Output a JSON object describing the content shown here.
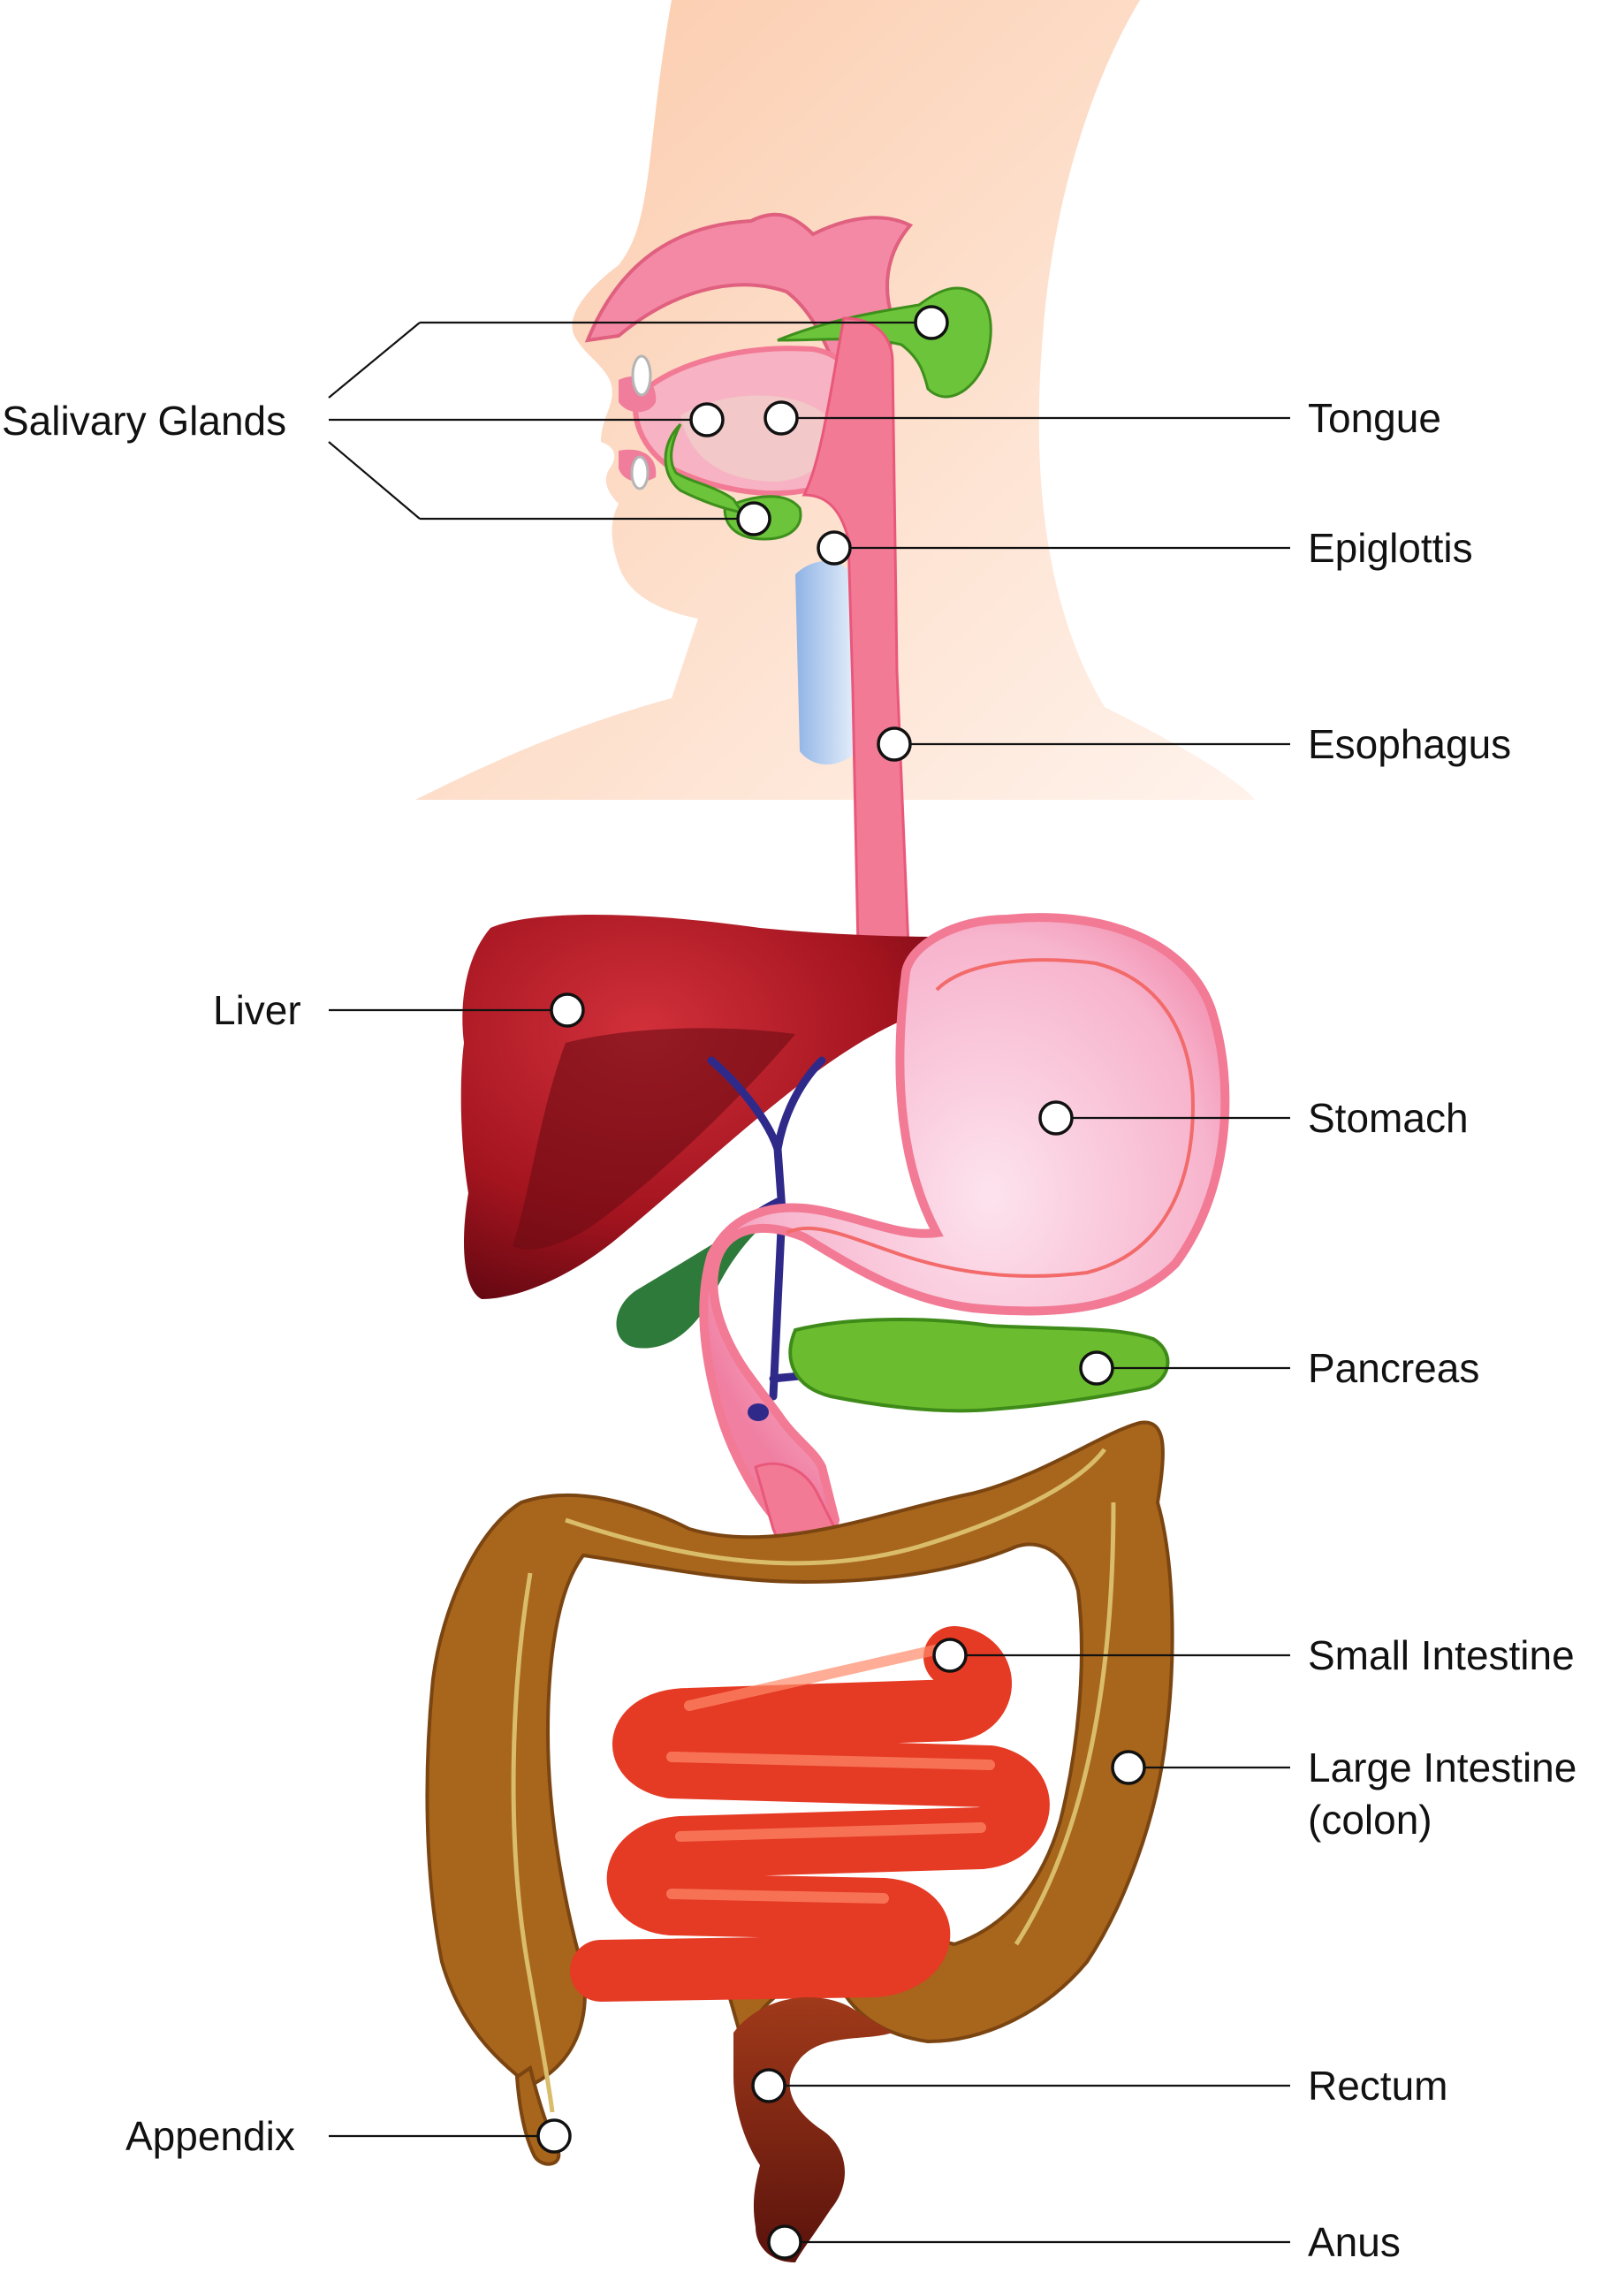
{
  "labels": {
    "salivary_glands": "Salivary Glands",
    "tongue": "Tongue",
    "epiglottis": "Epiglottis",
    "esophagus": "Esophagus",
    "liver": "Liver",
    "stomach": "Stomach",
    "pancreas": "Pancreas",
    "small_intestine": "Small Intestine",
    "large_intestine_line1": "Large Intestine",
    "large_intestine_line2": "(colon)",
    "appendix": "Appendix",
    "rectum": "Rectum",
    "anus": "Anus"
  },
  "colors": {
    "skin": "#fcd9c2",
    "esophagus": "#f27a95",
    "stomach": "#f7a9c6",
    "liver": "#a3141f",
    "gallbladder": "#2e7a3a",
    "pancreas": "#6bbd2f",
    "small_intestine": "#e53a24",
    "large_intestine": "#a8651c",
    "rectum": "#7a1c12",
    "trachea": "#a9c6ea",
    "bile_duct": "#2f2a8a",
    "salivary": "#6cc43a"
  }
}
